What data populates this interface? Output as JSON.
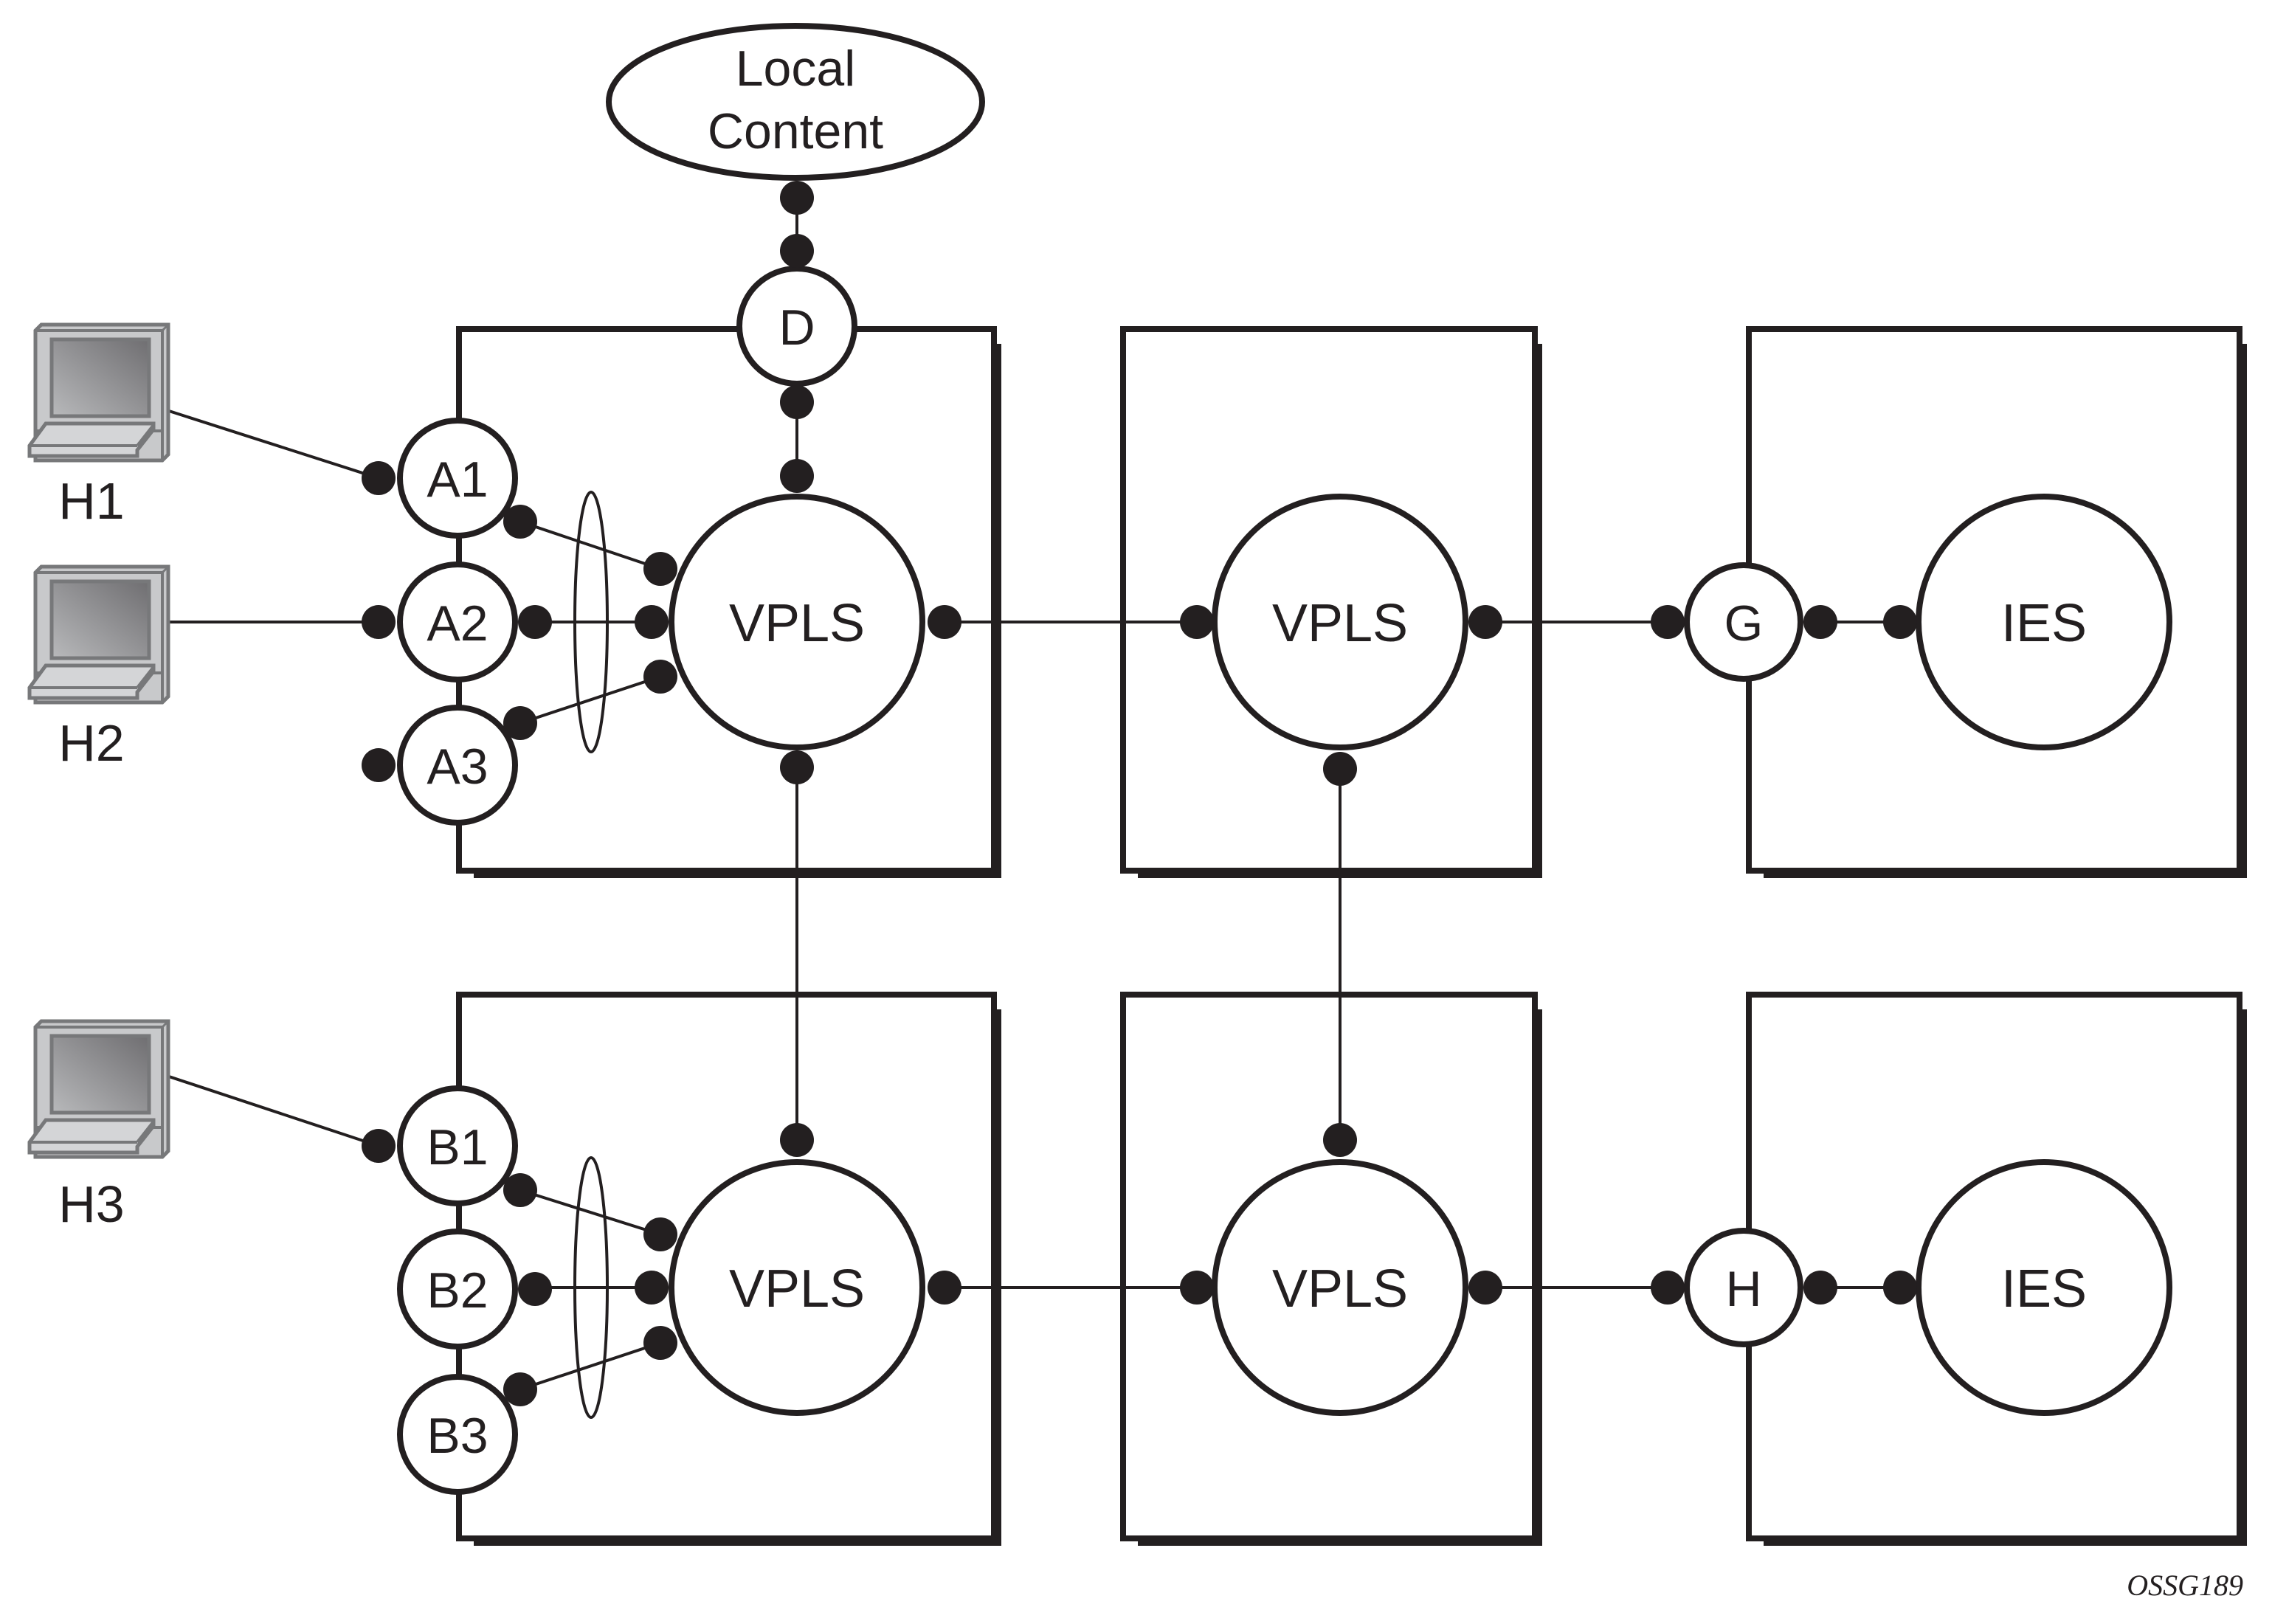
{
  "figure": {
    "id_label": "OSSG189",
    "colors": {
      "ink": "#231f20",
      "laptop_body": "#c8c9cb",
      "laptop_outline": "#77787a",
      "laptop_screen_light": "#b8b9bb",
      "laptop_screen_dark": "#6f6e71"
    }
  },
  "external": {
    "local_content": {
      "line1": "Local",
      "line2": "Content"
    }
  },
  "hosts": [
    {
      "id": "H1",
      "label": "H1",
      "icon": "laptop-icon",
      "connects_to": "A1"
    },
    {
      "id": "H2",
      "label": "H2",
      "icon": "laptop-icon",
      "connects_to": "A2"
    },
    {
      "id": "H3",
      "label": "H3",
      "icon": "laptop-icon",
      "connects_to": "B1"
    }
  ],
  "nodes": {
    "top_row": [
      {
        "box": "box-1",
        "service": "VPLS",
        "saps": [
          {
            "label": "A1"
          },
          {
            "label": "A2"
          },
          {
            "label": "A3"
          },
          {
            "label": "D"
          }
        ]
      },
      {
        "box": "box-2",
        "service": "VPLS"
      },
      {
        "box": "box-3",
        "service": "IES",
        "sap": {
          "label": "G"
        }
      }
    ],
    "bottom_row": [
      {
        "box": "box-4",
        "service": "VPLS",
        "saps": [
          {
            "label": "B1"
          },
          {
            "label": "B2"
          },
          {
            "label": "B3"
          }
        ]
      },
      {
        "box": "box-5",
        "service": "VPLS"
      },
      {
        "box": "box-6",
        "service": "IES",
        "sap": {
          "label": "H"
        }
      }
    ]
  },
  "links": [
    {
      "from": "H1",
      "to": "A1"
    },
    {
      "from": "H2",
      "to": "A2"
    },
    {
      "from": "H3",
      "to": "B1"
    },
    {
      "from": "Local Content",
      "to": "D"
    },
    {
      "from": "D",
      "to": "VPLS (box-1)"
    },
    {
      "from": "A1",
      "to": "VPLS (box-1)",
      "lag": true
    },
    {
      "from": "A2",
      "to": "VPLS (box-1)",
      "lag": true
    },
    {
      "from": "A3",
      "to": "VPLS (box-1)",
      "lag": true
    },
    {
      "from": "B1",
      "to": "VPLS (box-4)",
      "lag": true
    },
    {
      "from": "B2",
      "to": "VPLS (box-4)",
      "lag": true
    },
    {
      "from": "B3",
      "to": "VPLS (box-4)",
      "lag": true
    },
    {
      "from": "VPLS (box-1)",
      "to": "VPLS (box-2)"
    },
    {
      "from": "VPLS (box-1)",
      "to": "VPLS (box-4)"
    },
    {
      "from": "VPLS (box-2)",
      "to": "VPLS (box-5)"
    },
    {
      "from": "VPLS (box-4)",
      "to": "VPLS (box-5)"
    },
    {
      "from": "VPLS (box-2)",
      "to": "G"
    },
    {
      "from": "G",
      "to": "IES (box-3)"
    },
    {
      "from": "VPLS (box-5)",
      "to": "H"
    },
    {
      "from": "H",
      "to": "IES (box-6)"
    }
  ]
}
